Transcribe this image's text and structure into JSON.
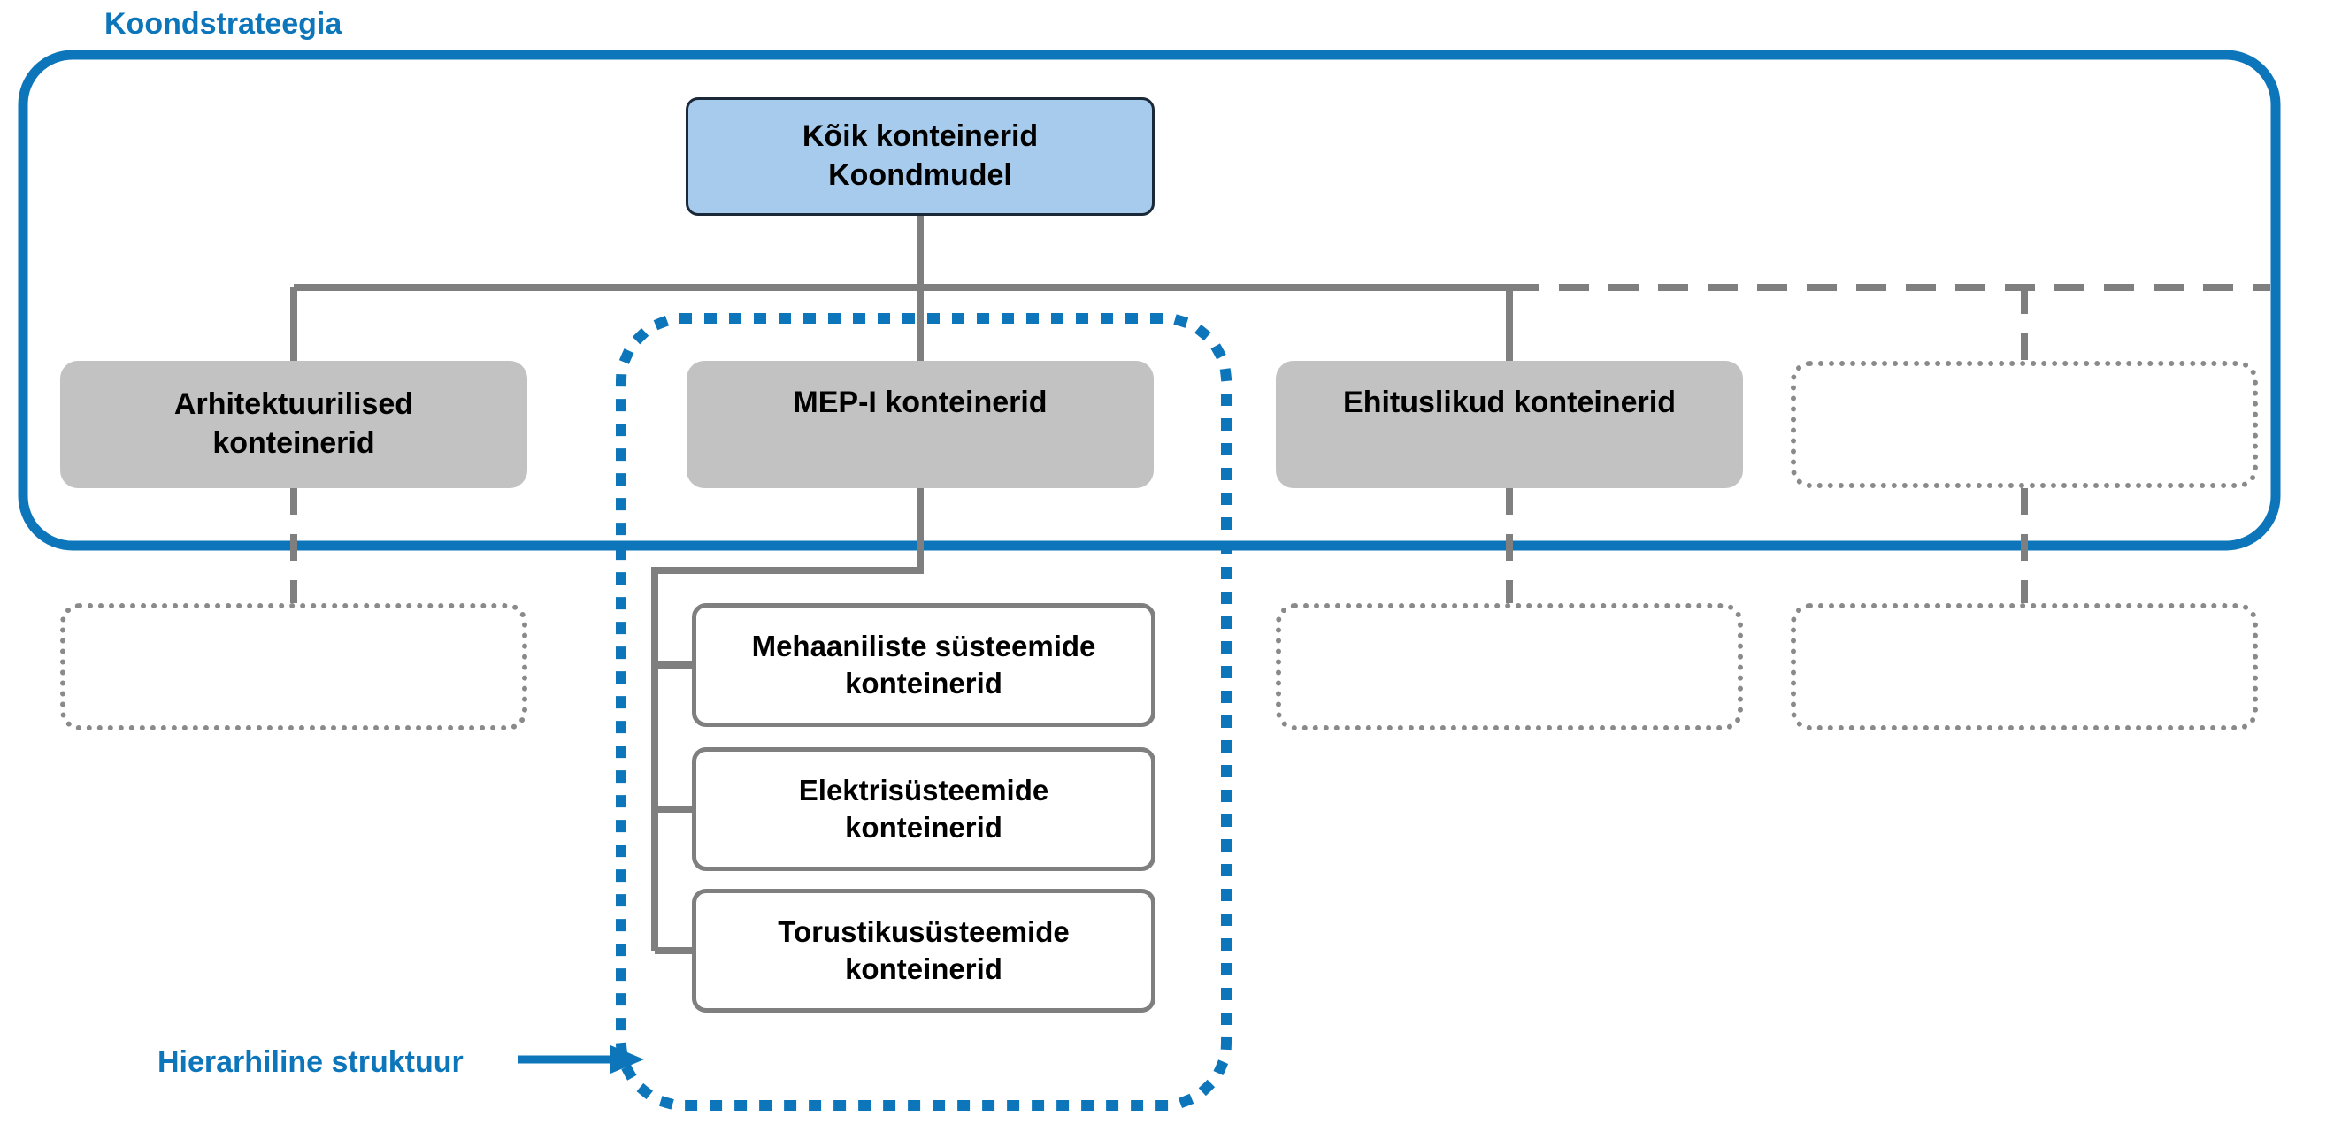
{
  "diagram": {
    "title": "Koondstrateegia",
    "annotation": "Hierarhiline struktuur",
    "colors": {
      "accent_blue": "#0d76bb",
      "root_fill": "#a6cbec",
      "root_stroke": "#1b2838",
      "group_fill": "#c2c2c2",
      "connector_gray": "#7f7f7f",
      "placeholder_stroke": "#8a8a8a",
      "leaf_fill": "#ffffff"
    },
    "root": {
      "line1": "Kõik konteinerid",
      "line2": "Koondmudel"
    },
    "groups": [
      {
        "line1": "Arhitektuurilised",
        "line2": "konteinerid"
      },
      {
        "line1": "MEP-I konteinerid",
        "line2": ""
      },
      {
        "line1": "Ehituslikud konteinerid",
        "line2": ""
      },
      {
        "line1": "",
        "line2": ""
      }
    ],
    "mep_children": [
      {
        "line1": "Mehaaniliste süsteemide",
        "line2": "konteinerid"
      },
      {
        "line1": "Elektrisüsteemide",
        "line2": "konteinerid"
      },
      {
        "line1": "Torustikusüsteemide",
        "line2": "konteinerid"
      }
    ],
    "placeholders_bottom": [
      "",
      "",
      ""
    ]
  }
}
